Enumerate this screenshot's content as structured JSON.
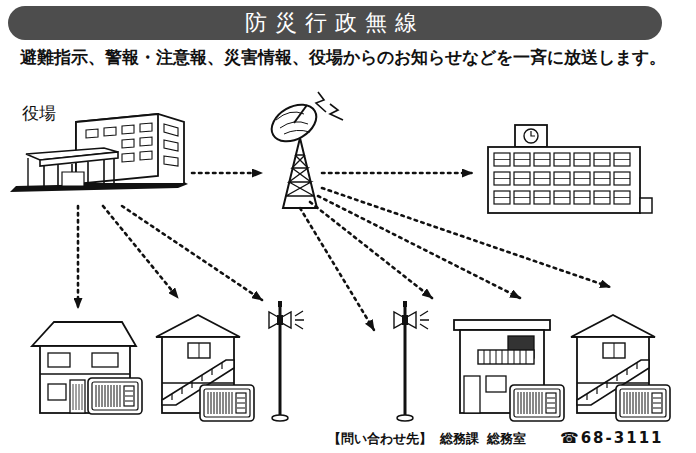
{
  "diagram": {
    "title": "防災行政無線",
    "nodes": [
      {
        "text": [
          "役場"
        ]
      }
    ],
    "labels": [
      "避難指示、警報・注意報、災害情報、役場からのお知らせなどを一斉に放送します。",
      "【問い合わせ先】",
      "総務課",
      "総務室",
      "☎68-3111"
    ]
  }
}
